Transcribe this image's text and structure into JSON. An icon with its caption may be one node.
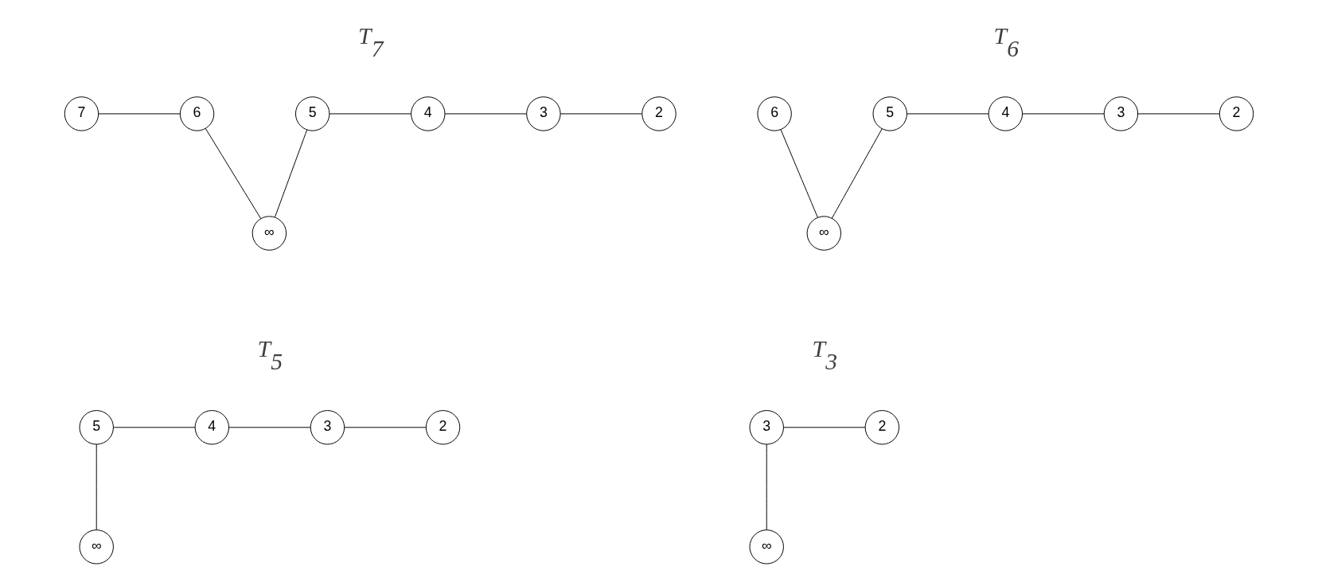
{
  "diagram": {
    "nodes": [
      {
        "text": [
          "7"
        ]
      },
      {
        "text": [
          "6"
        ]
      },
      {
        "text": [
          "5"
        ]
      },
      {
        "text": [
          "4"
        ]
      },
      {
        "text": [
          "3"
        ]
      },
      {
        "text": [
          "2"
        ]
      },
      {
        "text": [
          "∞"
        ]
      },
      {
        "text": [
          "6"
        ]
      },
      {
        "text": [
          "5"
        ]
      },
      {
        "text": [
          "4"
        ]
      },
      {
        "text": [
          "3"
        ]
      },
      {
        "text": [
          "2"
        ]
      },
      {
        "text": [
          "∞"
        ]
      },
      {
        "text": [
          "5"
        ]
      },
      {
        "text": [
          "4"
        ]
      },
      {
        "text": [
          "3"
        ]
      },
      {
        "text": [
          "2"
        ]
      },
      {
        "text": [
          "∞"
        ]
      },
      {
        "text": [
          "3"
        ]
      },
      {
        "text": [
          "2"
        ]
      },
      {
        "text": [
          "∞"
        ]
      }
    ],
    "edges": [
      {
        "from": 0,
        "to": 1,
        "arrow": "none"
      },
      {
        "from": 2,
        "to": 3,
        "arrow": "none"
      },
      {
        "from": 3,
        "to": 4,
        "arrow": "none"
      },
      {
        "from": 4,
        "to": 5,
        "arrow": "none"
      },
      {
        "from": 1,
        "to": 6,
        "arrow": "none"
      },
      {
        "from": 2,
        "to": 6,
        "arrow": "none"
      },
      {
        "from": 8,
        "to": 9,
        "arrow": "none"
      },
      {
        "from": 9,
        "to": 10,
        "arrow": "none"
      },
      {
        "from": 10,
        "to": 11,
        "arrow": "none"
      },
      {
        "from": 7,
        "to": 12,
        "arrow": "none"
      },
      {
        "from": 8,
        "to": 12,
        "arrow": "none"
      },
      {
        "from": 13,
        "to": 14,
        "arrow": "none"
      },
      {
        "from": 14,
        "to": 15,
        "arrow": "none"
      },
      {
        "from": 15,
        "to": 16,
        "arrow": "none"
      },
      {
        "from": 13,
        "to": 17,
        "arrow": "none"
      },
      {
        "from": 18,
        "to": 19,
        "arrow": "none"
      },
      {
        "from": 18,
        "to": 20,
        "arrow": "none"
      }
    ],
    "labels": [
      "T$_{7}$",
      "T$_{6}$",
      "T$_{5}$",
      "T$_{3}$"
    ]
  }
}
